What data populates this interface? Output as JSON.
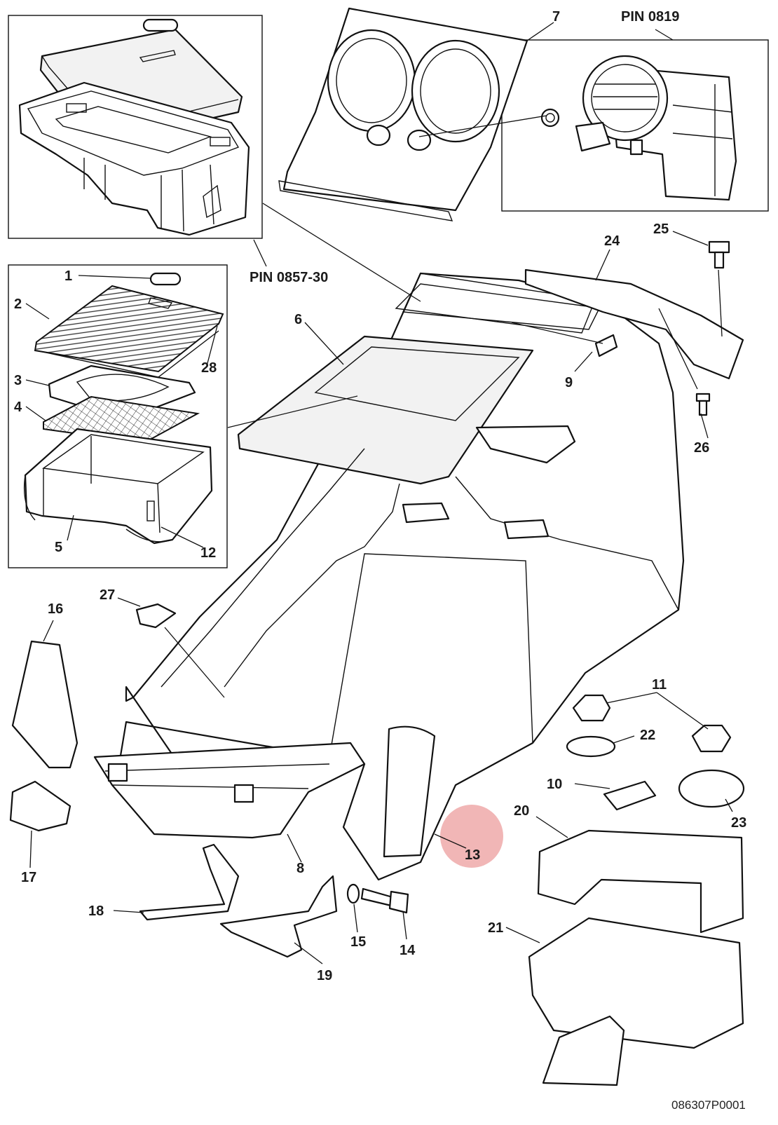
{
  "diagram": {
    "pin_labels": {
      "pin_0819": "PIN 0819",
      "pin_0857": "PIN 0857-30"
    },
    "drawing_code": "086307P0001",
    "callouts": [
      "1",
      "2",
      "3",
      "4",
      "5",
      "6",
      "7",
      "8",
      "9",
      "10",
      "11",
      "12",
      "13",
      "14",
      "15",
      "16",
      "17",
      "18",
      "19",
      "20",
      "21",
      "22",
      "23",
      "24",
      "25",
      "26",
      "27",
      "28"
    ],
    "highlight": {
      "part": "13",
      "color": "#e88585"
    }
  }
}
